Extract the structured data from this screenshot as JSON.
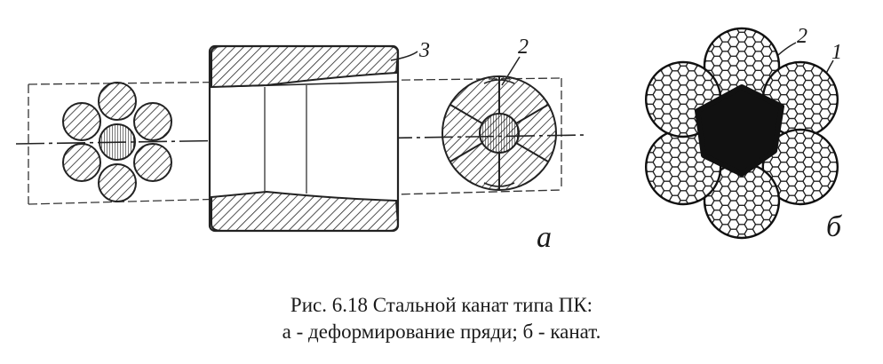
{
  "figure": {
    "caption_line1": "Рис. 6.18 Стальной канат типа ПК:",
    "caption_line2": "а - деформирование пряди; б - канат.",
    "labels": {
      "a": "а",
      "b": "б",
      "sleeve_part": "3",
      "strand_part_left": "2",
      "strand_part_right": "2",
      "wire_part": "1"
    }
  }
}
